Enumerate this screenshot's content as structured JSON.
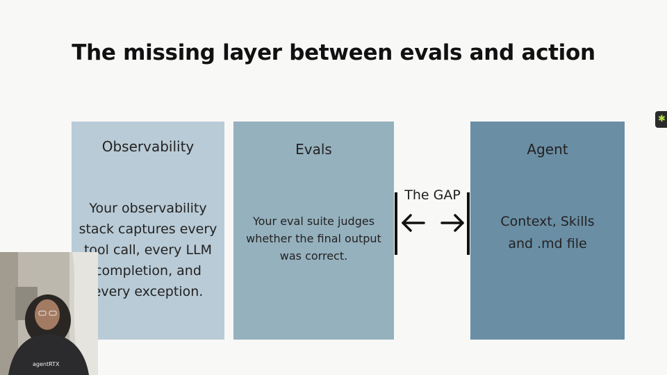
{
  "slide": {
    "title": "The missing layer between evals and action"
  },
  "boxes": {
    "observability": {
      "title": "Observability",
      "body": "Your observability stack captures every tool call, every LLM completion, and every exception."
    },
    "evals": {
      "title": "Evals",
      "body": "Your eval suite judges whether the final output was correct."
    },
    "agent": {
      "title": "Agent",
      "body_line1": "Context, Skills",
      "body_line2": "and .md file"
    }
  },
  "gap": {
    "label": "The GAP",
    "arrows": "bidirectional"
  },
  "webcam": {
    "caption": "agentRTX"
  },
  "icons": {
    "corner_badge": "sparkle-icon",
    "arrow_left": "arrow-left-icon",
    "arrow_right": "arrow-right-icon"
  },
  "colors": {
    "observability_box": "#b9cbd6",
    "evals_box": "#96b1be",
    "agent_box": "#6a8ea4"
  }
}
